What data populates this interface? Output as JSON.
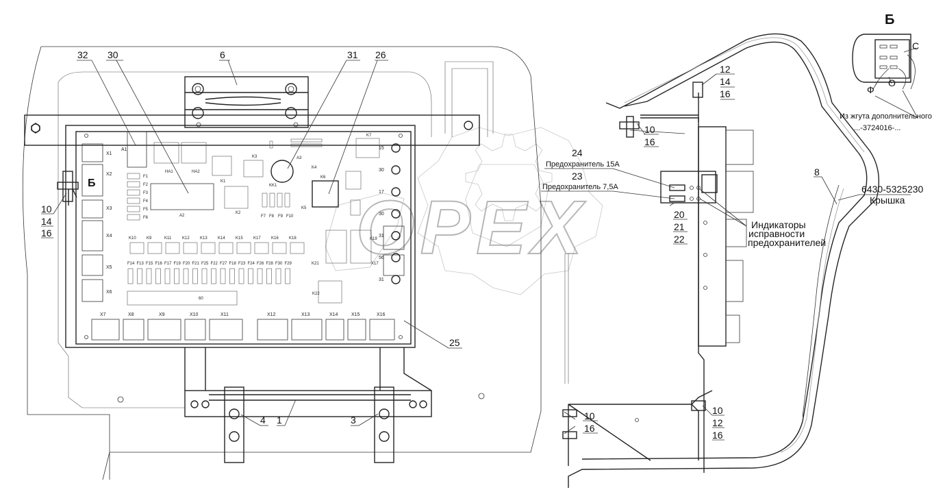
{
  "view_title": "Б",
  "callouts": {
    "c32": "32",
    "c30": "30",
    "c6": "6",
    "c31": "31",
    "c26": "26",
    "c25": "25",
    "c4": "4",
    "c1": "1",
    "c3": "3",
    "left_10": "10",
    "left_14": "14",
    "left_16": "16",
    "left_b": "Б",
    "r12": "12",
    "r14": "14",
    "r16": "16",
    "m10": "10",
    "m16": "16",
    "c24": "24",
    "c23": "23",
    "c20": "20",
    "c21": "21",
    "c22": "22",
    "c8": "8",
    "bl10": "10",
    "bl16": "16",
    "br10": "10",
    "br12": "12",
    "br16": "16",
    "view_f": "Ф",
    "view_o": "О",
    "view_c": "С"
  },
  "labels": {
    "fuse15": "Предохранитель 15А",
    "fuse75": "Предохранитель 7,5А",
    "indicators_1": "Индикаторы",
    "indicators_2": "исправности",
    "indicators_3": "предохранителей",
    "cover_code": "6430-5325230",
    "cover_name": "Крышка",
    "harness_1": "Из жгута дополнительного",
    "harness_2": "...-3724016-..."
  },
  "board": {
    "connectors_left": [
      "X1",
      "X2",
      "X3",
      "X4",
      "X5",
      "X6"
    ],
    "connectors_bottom": [
      "X7",
      "X8",
      "X9",
      "X10",
      "X11",
      "X12",
      "X13",
      "X14",
      "X15",
      "X16"
    ],
    "relays": [
      "K10",
      "K9",
      "K11",
      "K12",
      "K13",
      "K14",
      "K15",
      "K17",
      "K16",
      "K18"
    ],
    "fuses_row": [
      "F14",
      "F13",
      "F15",
      "F16",
      "F17",
      "F19",
      "F20",
      "F21",
      "F25",
      "F22",
      "F27",
      "F18",
      "F23",
      "F24",
      "F26",
      "F28",
      "F30",
      "F29"
    ],
    "fuses_left": [
      "F1",
      "F2",
      "F3",
      "F4",
      "F5",
      "F6"
    ],
    "fuses_mid": [
      "F7",
      "F8",
      "F9",
      "F10"
    ],
    "blocks": {
      "a1": "A1",
      "a2": "A2",
      "a3": "A3",
      "ha1": "HA1",
      "ha2": "HA2",
      "k1": "K1",
      "k2": "K2",
      "k3": "K3",
      "k4": "K4",
      "k5": "K5",
      "k6": "K6",
      "k7": "K7",
      "kk1": "KK1",
      "k21": "K21",
      "k22": "K22",
      "k19": "K19",
      "x17": "X17"
    },
    "side_numbers": [
      "15",
      "30",
      "17",
      "30",
      "31",
      "56",
      "31"
    ],
    "fuse60": "60"
  },
  "watermark": "OPEX"
}
